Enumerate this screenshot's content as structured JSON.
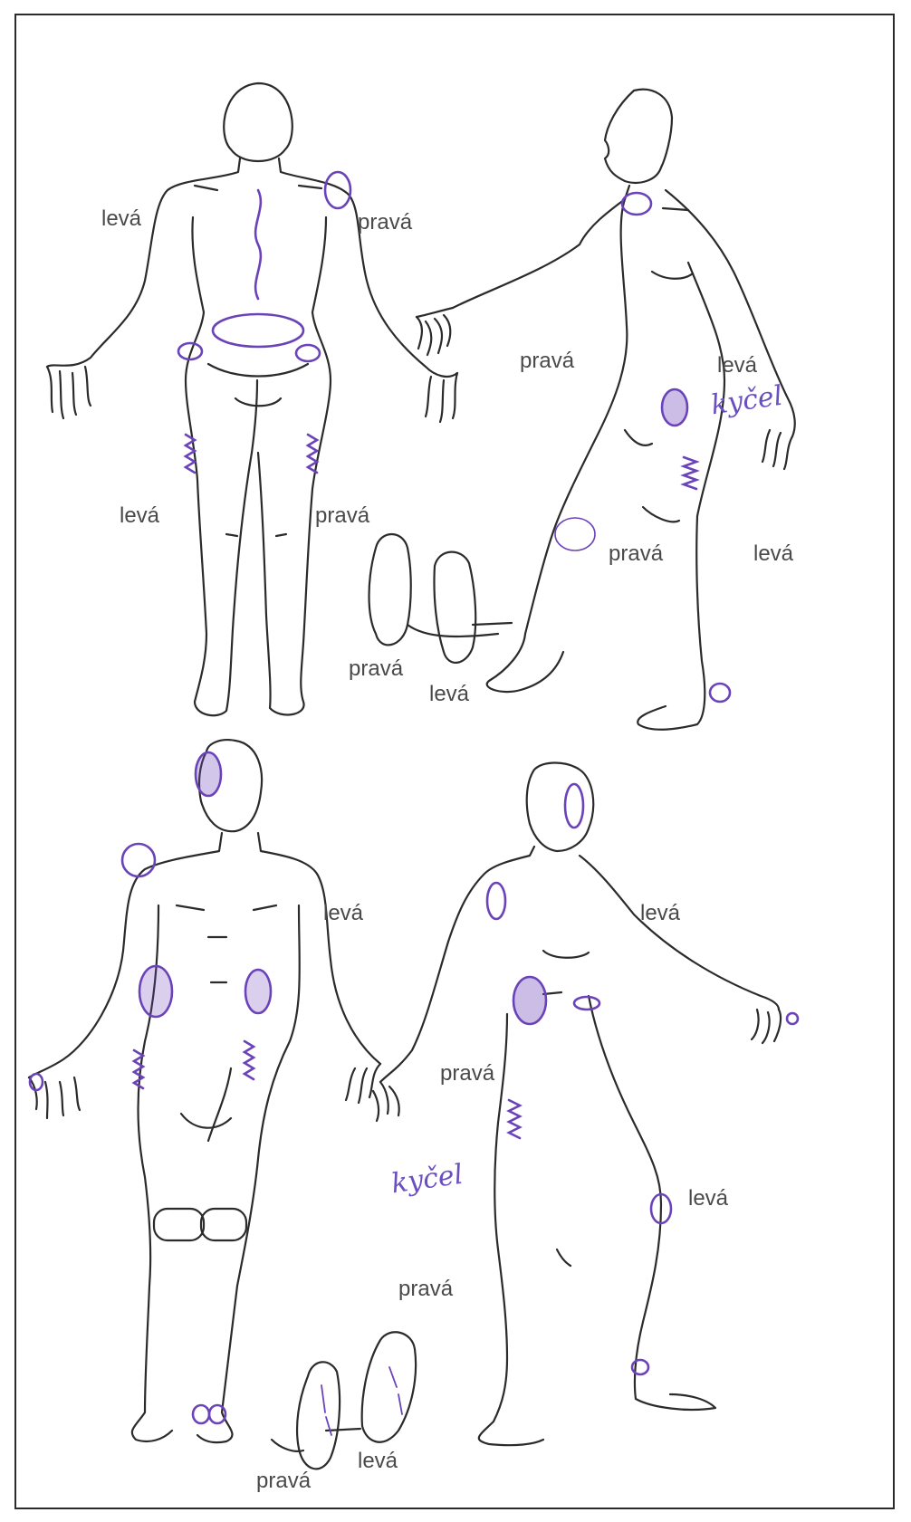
{
  "labels": {
    "back_left": "levá",
    "back_right": "pravá",
    "back_leg_left": "levá",
    "back_leg_right": "pravá",
    "side1_right": "pravá",
    "side1_left": "levá",
    "side1_knee_right": "pravá",
    "side1_leg_left": "levá",
    "soles1_right": "pravá",
    "soles1_left": "levá",
    "front_left": "levá",
    "side2_left": "levá",
    "side2_right": "pravá",
    "side2_knee_left": "levá",
    "side2_leg_right": "pravá",
    "soles2_left": "levá",
    "soles2_right": "pravá"
  },
  "annotations": {
    "hip_note_1": "kyčel",
    "hip_note_2": "kyčel"
  },
  "colors": {
    "outline": "#2b2b2b",
    "marker": "#6b43b8",
    "label": "#4a4a4a"
  }
}
